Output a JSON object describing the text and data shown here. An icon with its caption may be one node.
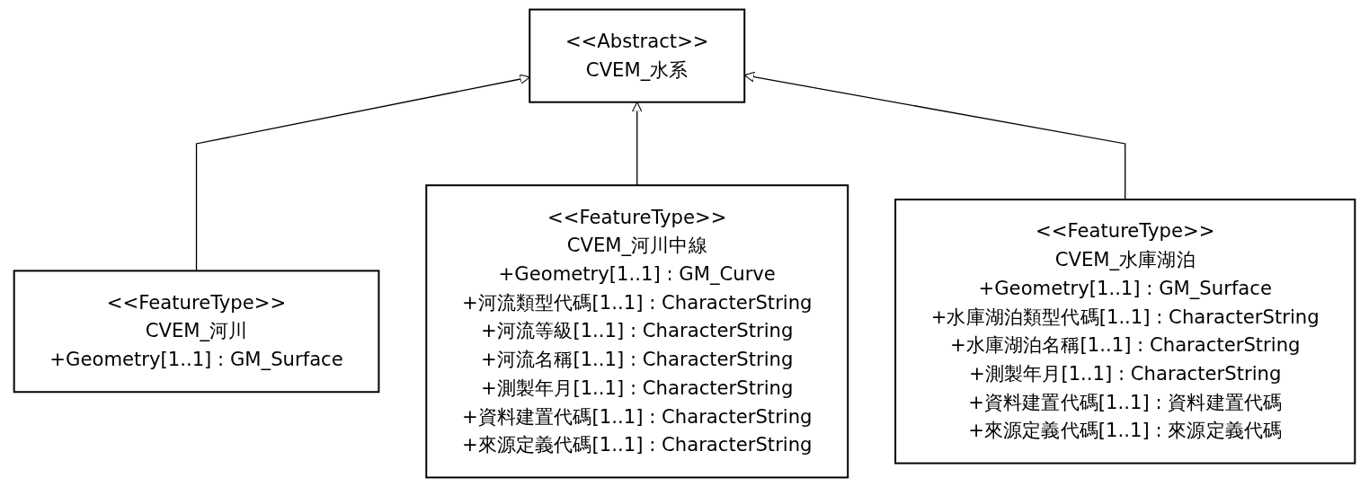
{
  "diagram": {
    "nodes": [
      {
        "text": [
          "<<Abstract>>",
          "CVEM_水系"
        ]
      },
      {
        "text": [
          "<<FeatureType>>",
          "CVEM_河川",
          "+Geometry[1..1] : GM_Surface"
        ]
      },
      {
        "text": [
          "<<FeatureType>>",
          "CVEM_河川中線",
          "+Geometry[1..1] : GM_Curve",
          "+河流類型代碼[1..1] : CharacterString",
          "+河流等級[1..1] : CharacterString",
          "+河流名稱[1..1] : CharacterString",
          "+測製年月[1..1] : CharacterString",
          "+資料建置代碼[1..1] : CharacterString",
          "+來源定義代碼[1..1] : CharacterString"
        ]
      },
      {
        "text": [
          "<<FeatureType>>",
          "CVEM_水庫湖泊",
          "+Geometry[1..1] : GM_Surface",
          "+水庫湖泊類型代碼[1..1] : CharacterString",
          "+水庫湖泊名稱[1..1] : CharacterString",
          "+測製年月[1..1] : CharacterString",
          "+資料建置代碼[1..1] : 資料建置代碼",
          "+來源定義代碼[1..1] : 來源定義代碼"
        ]
      }
    ],
    "edges": [
      {
        "from": 1,
        "to": 0,
        "arrow": "to"
      },
      {
        "from": 2,
        "to": 0,
        "arrow": "to"
      },
      {
        "from": 3,
        "to": 0,
        "arrow": "to"
      }
    ]
  }
}
